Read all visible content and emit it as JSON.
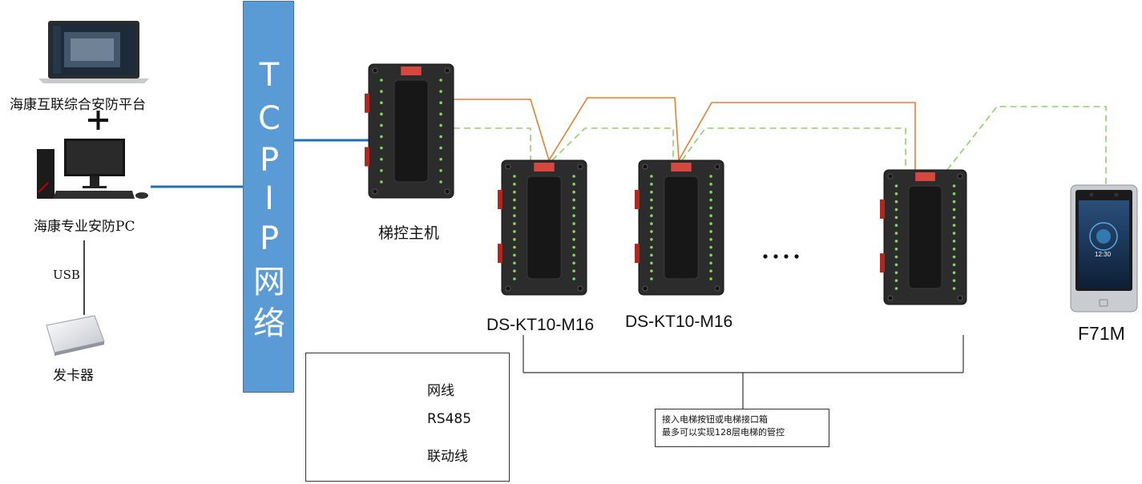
{
  "platform": {
    "label": "海康互联综合安防平台",
    "plus": "+"
  },
  "pc": {
    "label": "海康专业安防PC"
  },
  "usb": {
    "label": "USB"
  },
  "card_reader": {
    "label": "发卡器"
  },
  "network": {
    "chars": [
      "T",
      "C",
      "P",
      "I",
      "P",
      "网",
      "络"
    ],
    "color": "#5b9bd5"
  },
  "main_controller": {
    "label": "梯控主机"
  },
  "modules": [
    {
      "label": "DS-KT10-M16"
    },
    {
      "label": "DS-KT10-M16"
    },
    {
      "label": ""
    }
  ],
  "ellipsis": "••••",
  "terminal": {
    "label": "F71M",
    "screen_time": "12:30"
  },
  "legend": {
    "items": [
      {
        "label": "网线",
        "color": "#1f6fb5",
        "style": "solid"
      },
      {
        "label": "RS485",
        "color": "#8fd16a",
        "style": "dashed"
      },
      {
        "label": "联动线",
        "color": "#ed7d31",
        "style": "solid"
      }
    ]
  },
  "note": {
    "line1": "接入电梯按钮或电梯接口箱",
    "line2": "最多可以实现128层电梯的管控"
  }
}
